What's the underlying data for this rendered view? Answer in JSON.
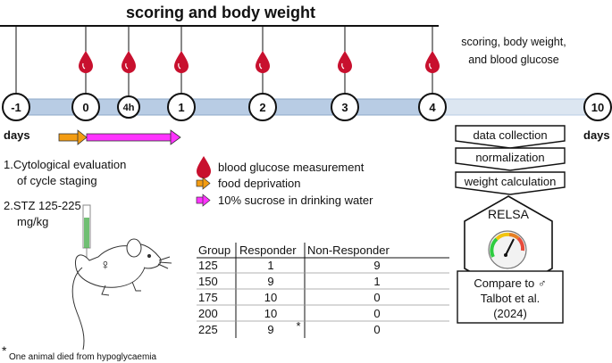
{
  "banner": "scoring and body weight",
  "right_note": [
    "scoring, body weight,",
    "and blood glucose"
  ],
  "timeline": {
    "days_label_left": "days",
    "days_label_right": "days",
    "nodes": [
      {
        "label": "-1",
        "drop": false
      },
      {
        "label": "0",
        "drop": true
      },
      {
        "label": "4h",
        "drop": true
      },
      {
        "label": "1",
        "drop": true
      },
      {
        "label": "2",
        "drop": true
      },
      {
        "label": "3",
        "drop": true
      },
      {
        "label": "4",
        "drop": true
      },
      {
        "label": "10",
        "drop": false
      }
    ]
  },
  "steps": [
    {
      "num": "1.",
      "lines": [
        "Cytological evaluation",
        "of cycle staging"
      ]
    },
    {
      "num": "2.",
      "lines": [
        "STZ 125-225",
        "mg/kg"
      ]
    }
  ],
  "legend": [
    {
      "icon": "blood-drop-icon",
      "label": "blood glucose measurement"
    },
    {
      "icon": "orange-arrow-icon",
      "label": "food deprivation"
    },
    {
      "icon": "magenta-arrow-icon",
      "label": "10% sucrose in drinking water"
    }
  ],
  "female_symbol": "♀",
  "table": {
    "headers": [
      "Group",
      "Responder",
      "Non-Responder"
    ],
    "rows": [
      [
        "125",
        "1",
        "9"
      ],
      [
        "150",
        "9",
        "1"
      ],
      [
        "175",
        "10",
        "0"
      ],
      [
        "200",
        "10",
        "0"
      ],
      [
        "225",
        "9",
        "0"
      ]
    ],
    "asterisk": "*"
  },
  "footnote": {
    "mark": "*",
    "text": "One animal died from hypoglycaemia"
  },
  "pipeline": {
    "steps": [
      "data collection",
      "normalization",
      "weight calculation"
    ],
    "relsa_label": "RELSA",
    "compare_lines": [
      "Compare to ♂",
      "Talbot et al.",
      "(2024)"
    ]
  },
  "colors": {
    "drop": "#c8102e",
    "timeline_bar": "#b8cce4",
    "timeline_bar_light": "#dce6f1",
    "orange": "#f39c12",
    "magenta": "#ff33ff",
    "syringe": "#4caf50"
  }
}
